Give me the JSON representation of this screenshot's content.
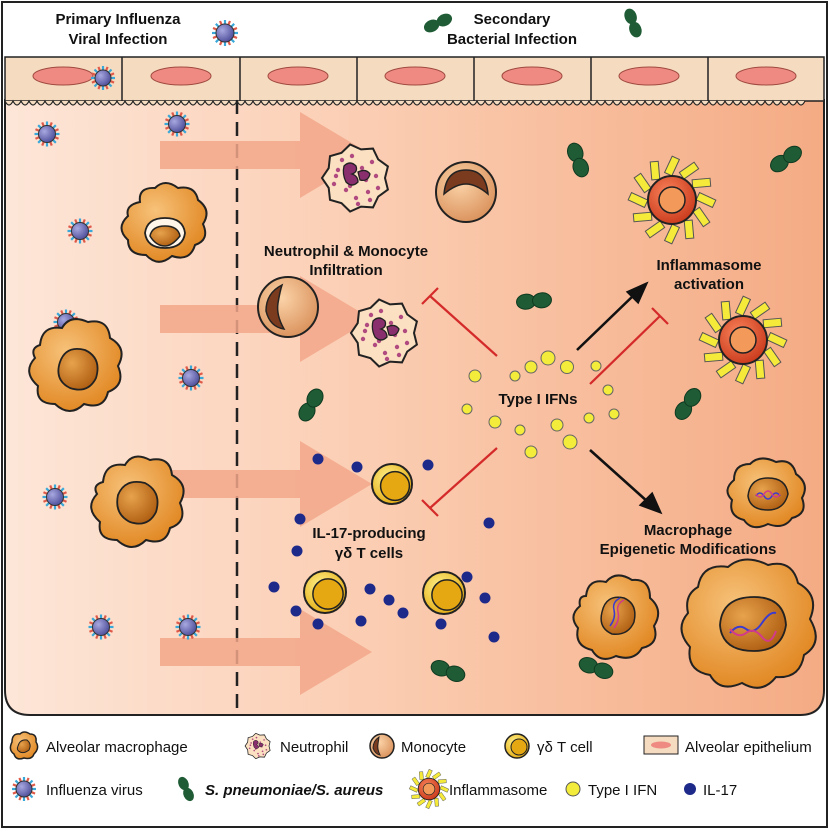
{
  "header": {
    "primary_line1": "Primary Influenza",
    "primary_line2": "Viral Infection",
    "secondary_line1": "Secondary",
    "secondary_line2": "Bacterial Infection"
  },
  "labels": {
    "neutrophil_monocyte_line1": "Neutrophil & Monocyte",
    "neutrophil_monocyte_line2": "Infiltration",
    "inflammasome_line1": "Inflammasome",
    "inflammasome_line2": "activation",
    "type1_ifns": "Type I IFNs",
    "il17_line1": "IL-17-producing",
    "il17_line2": "γδ T cells",
    "macrophage_line1": "Macrophage",
    "macrophage_line2": "Epigenetic Modifications"
  },
  "legend": {
    "alveolar_macrophage": "Alveolar macrophage",
    "neutrophil": "Neutrophil",
    "monocyte": "Monocyte",
    "gd_t_cell": "γδ T cell",
    "alveolar_epithelium": "Alveolar epithelium",
    "influenza_virus": "Influenza virus",
    "bacteria": "S. pneumoniae/S. aureus",
    "inflammasome": "Inflammasome",
    "type1_ifn": "Type I IFN",
    "il17": "IL-17"
  },
  "colors": {
    "tissue_left": "#fde3d3",
    "tissue_right": "#f6b38e",
    "macrophage": "#e89436",
    "virus": "#6f6fb6",
    "bacteria": "#1f5c36",
    "ifn": "#f4ec3a",
    "il17": "#1e2a8a",
    "arrow": "#f2a78a",
    "inhibit": "#d42a2a"
  }
}
